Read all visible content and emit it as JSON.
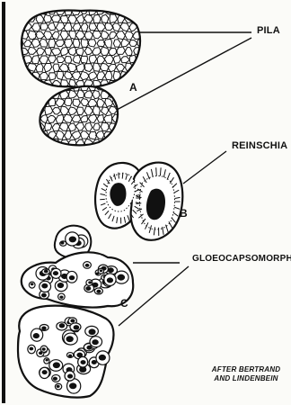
{
  "labels": {
    "pila": "PILA",
    "reinschia": "REINSCHIA",
    "gloeocapsomorpha": "GLOEOCAPSOMORPHA",
    "key_a": "A",
    "key_b": "B",
    "key_c": "C"
  },
  "credit": {
    "line1": "AFTER BERTRAND",
    "line2": "AND LINDENBEIN"
  },
  "colors": {
    "ink": "#111111",
    "paper": "#fbfbf8"
  }
}
